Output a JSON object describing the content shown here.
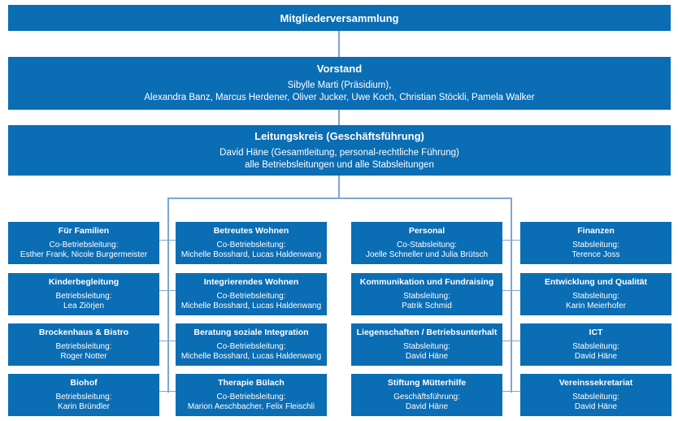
{
  "top": {
    "title": "Mitgliederversammlung"
  },
  "board": {
    "title": "Vorstand",
    "line1": "Sibylle Marti (Präsidium),",
    "line2": "Alexandra Banz, Marcus Herdener, Oliver Jucker, Uwe Koch, Christian Stöckli, Pamela Walker"
  },
  "management": {
    "title": "Leitungskreis (Geschäftsführung)",
    "line1": "David Häne (Gesamtleitung, personal-rechtliche Führung)",
    "line2": "alle Betriebsleitungen und alle Stabsleitungen"
  },
  "columns": [
    {
      "units": [
        {
          "title": "Für Familien",
          "role": "Co-Betriebsleitung:",
          "names": "Esther Frank, Nicole Burgermeister"
        },
        {
          "title": "Kinderbegleitung",
          "role": "Betriebsleitung:",
          "names": "Lea Ziörjen"
        },
        {
          "title": "Brockenhaus & Bistro",
          "role": "Betriebsleitung:",
          "names": "Roger Notter"
        },
        {
          "title": "Biohof",
          "role": "Betriebsleitung:",
          "names": "Karin Bründler"
        }
      ]
    },
    {
      "units": [
        {
          "title": "Betreutes Wohnen",
          "role": "Co-Betriebsleitung:",
          "names": "Michelle Bosshard, Lucas Haldenwang"
        },
        {
          "title": "Integrierendes Wohnen",
          "role": "Co-Betriebsleitung:",
          "names": "Michelle Bosshard, Lucas Haldenwang"
        },
        {
          "title": "Beratung soziale Integration",
          "role": "Co-Betriebsleitung:",
          "names": "Michelle Bosshard, Lucas Haldenwang"
        },
        {
          "title": "Therapie Bülach",
          "role": "Co-Betriebsleitung:",
          "names": "Marion Aeschbacher, Felix Fleischli"
        }
      ]
    },
    {
      "units": [
        {
          "title": "Personal",
          "role": "Co-Stabsleitung:",
          "names": "Joelle Schneller und Julia Brütsch"
        },
        {
          "title": "Kommunikation und Fundraising",
          "role": "Stabsleitung:",
          "names": "Patrik Schmid"
        },
        {
          "title": "Liegenschaften / Betriebsunterhalt",
          "role": "Stabsleitung:",
          "names": "David Häne"
        },
        {
          "title": "Stiftung Mütterhilfe",
          "role": "Geschäftsführung:",
          "names": "David Häne"
        }
      ]
    },
    {
      "units": [
        {
          "title": "Finanzen",
          "role": "Stabsleitung:",
          "names": "Terence Joss"
        },
        {
          "title": "Entwicklung und Qualität",
          "role": "Stabsleitung:",
          "names": "Karin Meierhofer"
        },
        {
          "title": "ICT",
          "role": "Stabsleitung:",
          "names": "David Häne"
        },
        {
          "title": "Vereinssekretariat",
          "role": "Stabsleitung:",
          "names": "David Häne"
        }
      ]
    }
  ]
}
